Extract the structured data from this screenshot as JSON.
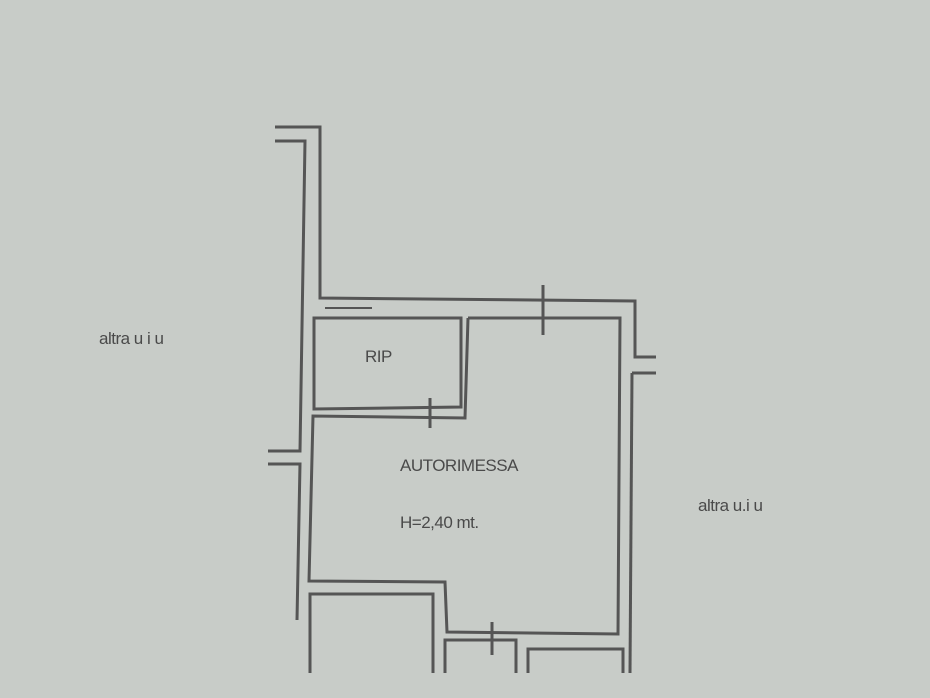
{
  "plan": {
    "neighbor_left": "altra u i u",
    "neighbor_right": "altra u.i u",
    "room_storage": "RIP",
    "room_garage": "AUTORIMESSA",
    "ceiling_height": "H=2,40 mt."
  },
  "colors": {
    "background": "#c8ccc8",
    "lines": "#555555",
    "text": "#4a4a4a"
  }
}
